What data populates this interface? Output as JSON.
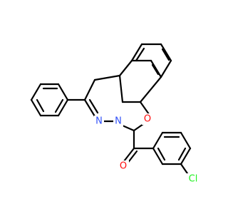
{
  "atoms": {
    "n1": "N",
    "n2": "N",
    "o_ring": "O",
    "o_carbonyl": "O",
    "cl": "Cl"
  },
  "colors": {
    "bond": "#000000",
    "nitrogen": "#3050F8",
    "oxygen": "#FF0D0D",
    "chlorine": "#1FF01F",
    "background": "#FFFFFF"
  }
}
